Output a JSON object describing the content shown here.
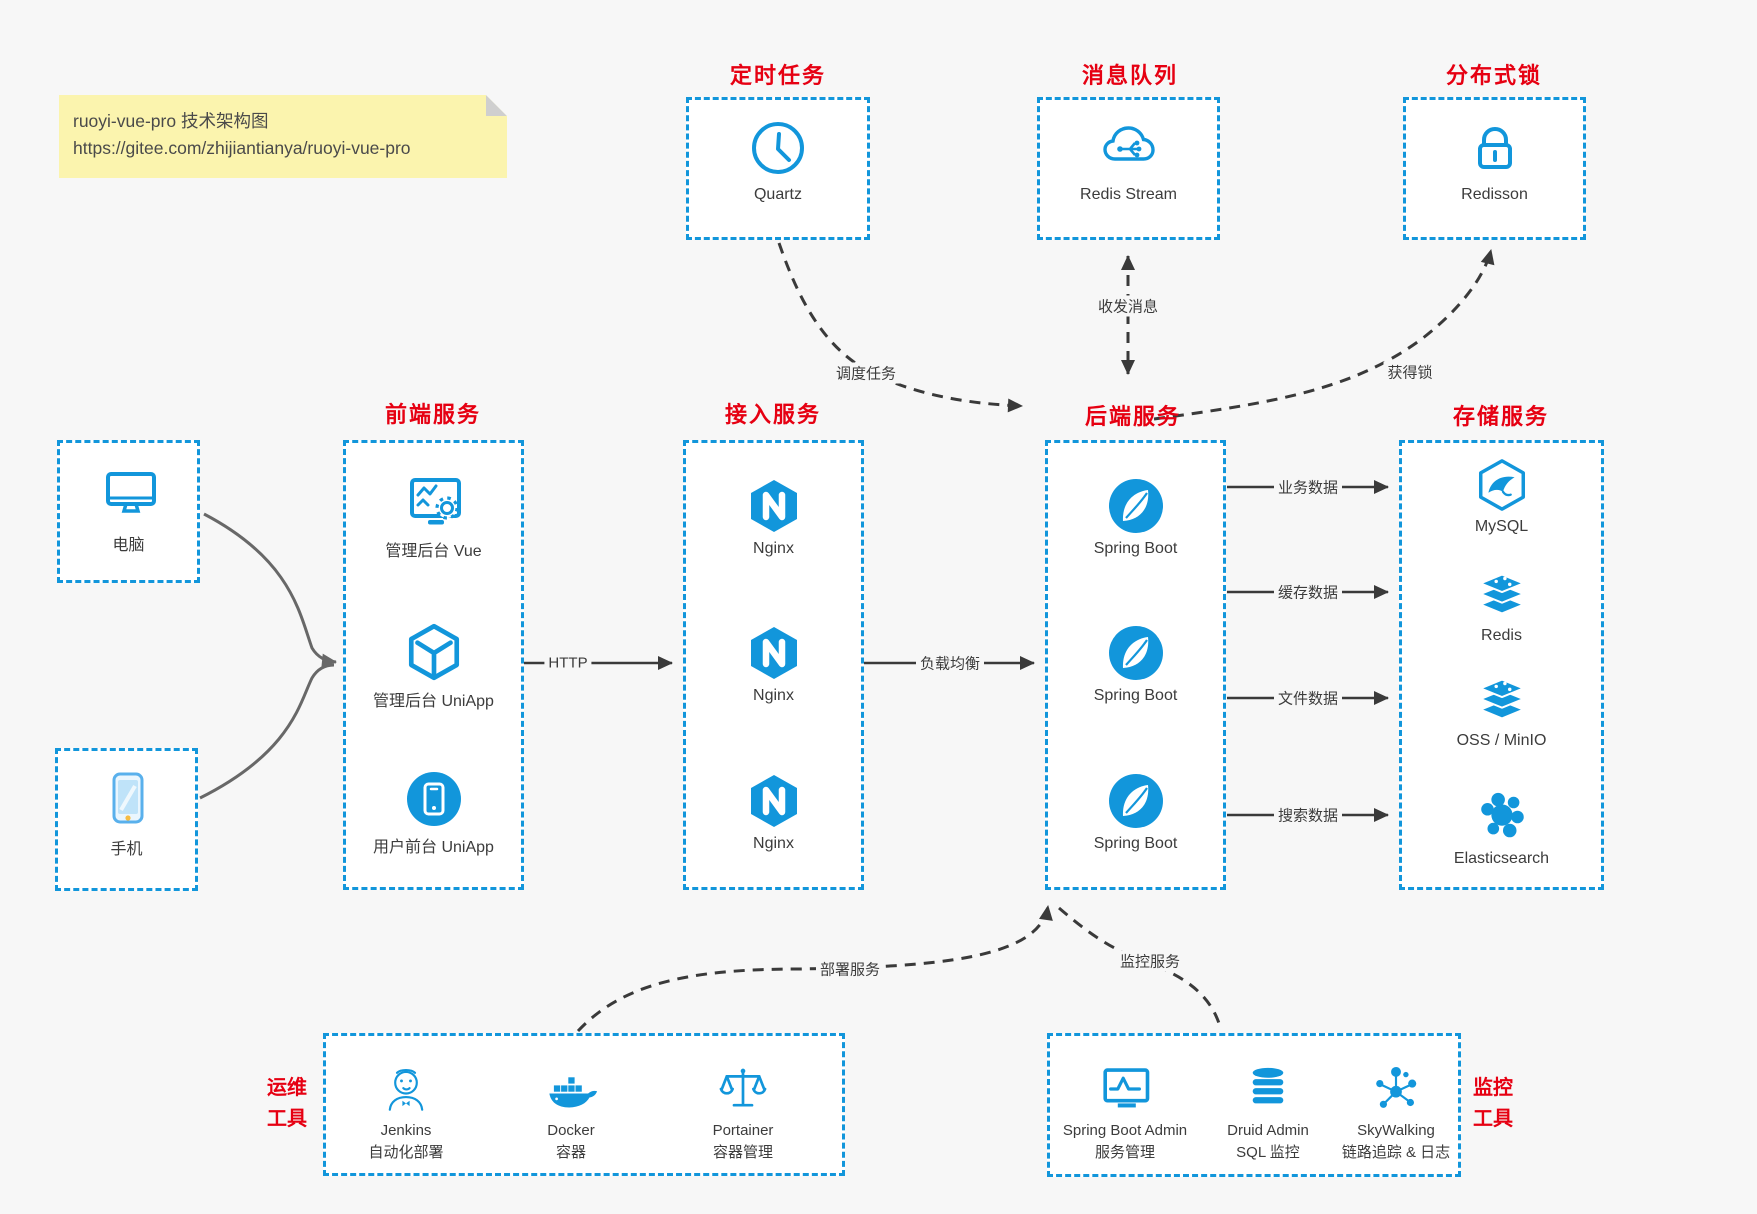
{
  "note": {
    "title": "ruoyi-vue-pro 技术架构图",
    "url": "https://gitee.com/zhijiantianya/ruoyi-vue-pro"
  },
  "top": {
    "scheduler": {
      "title": "定时任务",
      "item": "Quartz"
    },
    "mq": {
      "title": "消息队列",
      "item": "Redis Stream"
    },
    "lock": {
      "title": "分布式锁",
      "item": "Redisson"
    }
  },
  "clients": {
    "pc": "电脑",
    "phone": "手机"
  },
  "frontend": {
    "title": "前端服务",
    "items": [
      "管理后台 Vue",
      "管理后台 UniApp",
      "用户前台 UniApp"
    ]
  },
  "gateway": {
    "title": "接入服务",
    "items": [
      "Nginx",
      "Nginx",
      "Nginx"
    ]
  },
  "backend": {
    "title": "后端服务",
    "items": [
      "Spring Boot",
      "Spring Boot",
      "Spring Boot"
    ]
  },
  "storage": {
    "title": "存储服务",
    "items": [
      "MySQL",
      "Redis",
      "OSS / MinIO",
      "Elasticsearch"
    ]
  },
  "ops": {
    "title_line1": "运维",
    "title_line2": "工具",
    "items": [
      {
        "name": "Jenkins",
        "desc": "自动化部署"
      },
      {
        "name": "Docker",
        "desc": "容器"
      },
      {
        "name": "Portainer",
        "desc": "容器管理"
      }
    ]
  },
  "monitor": {
    "title_line1": "监控",
    "title_line2": "工具",
    "items": [
      {
        "name": "Spring Boot Admin",
        "desc": "服务管理"
      },
      {
        "name": "Druid Admin",
        "desc": "SQL 监控"
      },
      {
        "name": "SkyWalking",
        "desc": "链路追踪 & 日志"
      }
    ]
  },
  "edges": {
    "schedule": "调度任务",
    "message": "收发消息",
    "get_lock": "获得锁",
    "http": "HTTP",
    "load_balance": "负载均衡",
    "biz_data": "业务数据",
    "cache_data": "缓存数据",
    "file_data": "文件数据",
    "search_data": "搜索数据",
    "deploy": "部署服务",
    "monitor": "监控服务"
  },
  "colors": {
    "accent_blue": "#1296db",
    "title_red": "#e60012",
    "line_dark": "#3a3a3a",
    "note_bg": "#fbf4ae"
  }
}
